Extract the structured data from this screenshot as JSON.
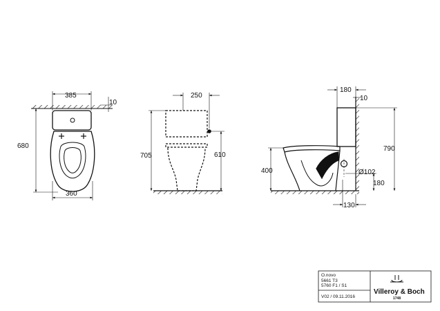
{
  "views": {
    "top": {
      "dim_width": "385",
      "dim_height": "680",
      "dim_bottom": "360",
      "dim_offset": "10"
    },
    "front": {
      "dim_width": "250",
      "dim_total": "705",
      "dim_inlet": "610"
    },
    "side": {
      "dim_depth": "180",
      "dim_offset": "10",
      "dim_total": "790",
      "dim_seat": "400",
      "dim_outlet_dia": "Ø102",
      "dim_outlet_h": "180",
      "dim_bottom": "130"
    }
  },
  "title_block": {
    "product": "O.novo",
    "code1": "5661 T3",
    "code2": "5760 F1 / S1",
    "version": "V02 / 09.11.2016",
    "brand": "Villeroy & Boch",
    "since": "1748"
  },
  "colors": {
    "line": "#111111",
    "paper": "#ffffff"
  }
}
